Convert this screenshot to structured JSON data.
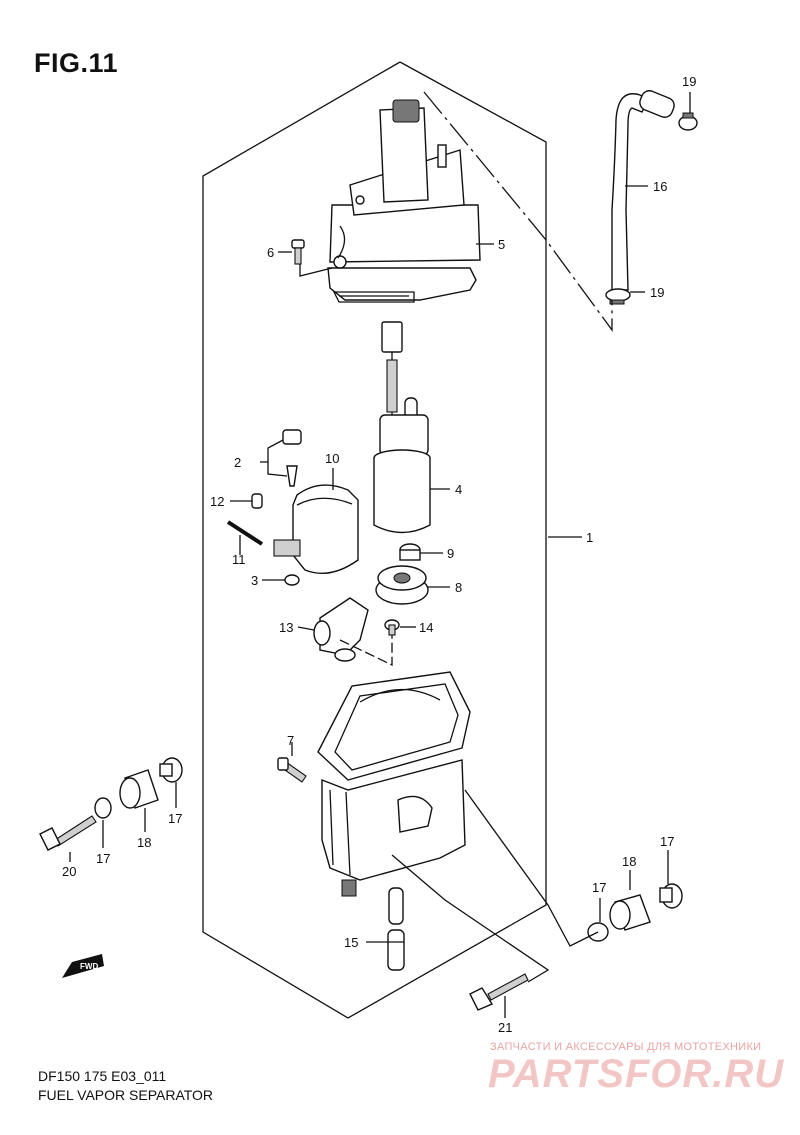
{
  "figure": {
    "title": "FIG.11",
    "code": "DF150 175 E03_011",
    "name": "FUEL VAPOR SEPARATOR"
  },
  "watermark": {
    "line1": "ЗАПЧАСТИ И АКСЕССУАРЫ ДЛЯ МОТОТЕХНИКИ",
    "line2": "PARTSFOR.RU"
  },
  "fwd_label": "FWD",
  "callouts": {
    "c1": "1",
    "c2": "2",
    "c3": "3",
    "c4": "4",
    "c5": "5",
    "c6": "6",
    "c7": "7",
    "c8": "8",
    "c9": "9",
    "c10": "10",
    "c11": "11",
    "c12": "12",
    "c13": "13",
    "c14": "14",
    "c15": "15",
    "c16": "16",
    "c17a": "17",
    "c17b": "17",
    "c17c": "17",
    "c17d": "17",
    "c18a": "18",
    "c18b": "18",
    "c19a": "19",
    "c19b": "19",
    "c20": "20",
    "c21": "21"
  }
}
